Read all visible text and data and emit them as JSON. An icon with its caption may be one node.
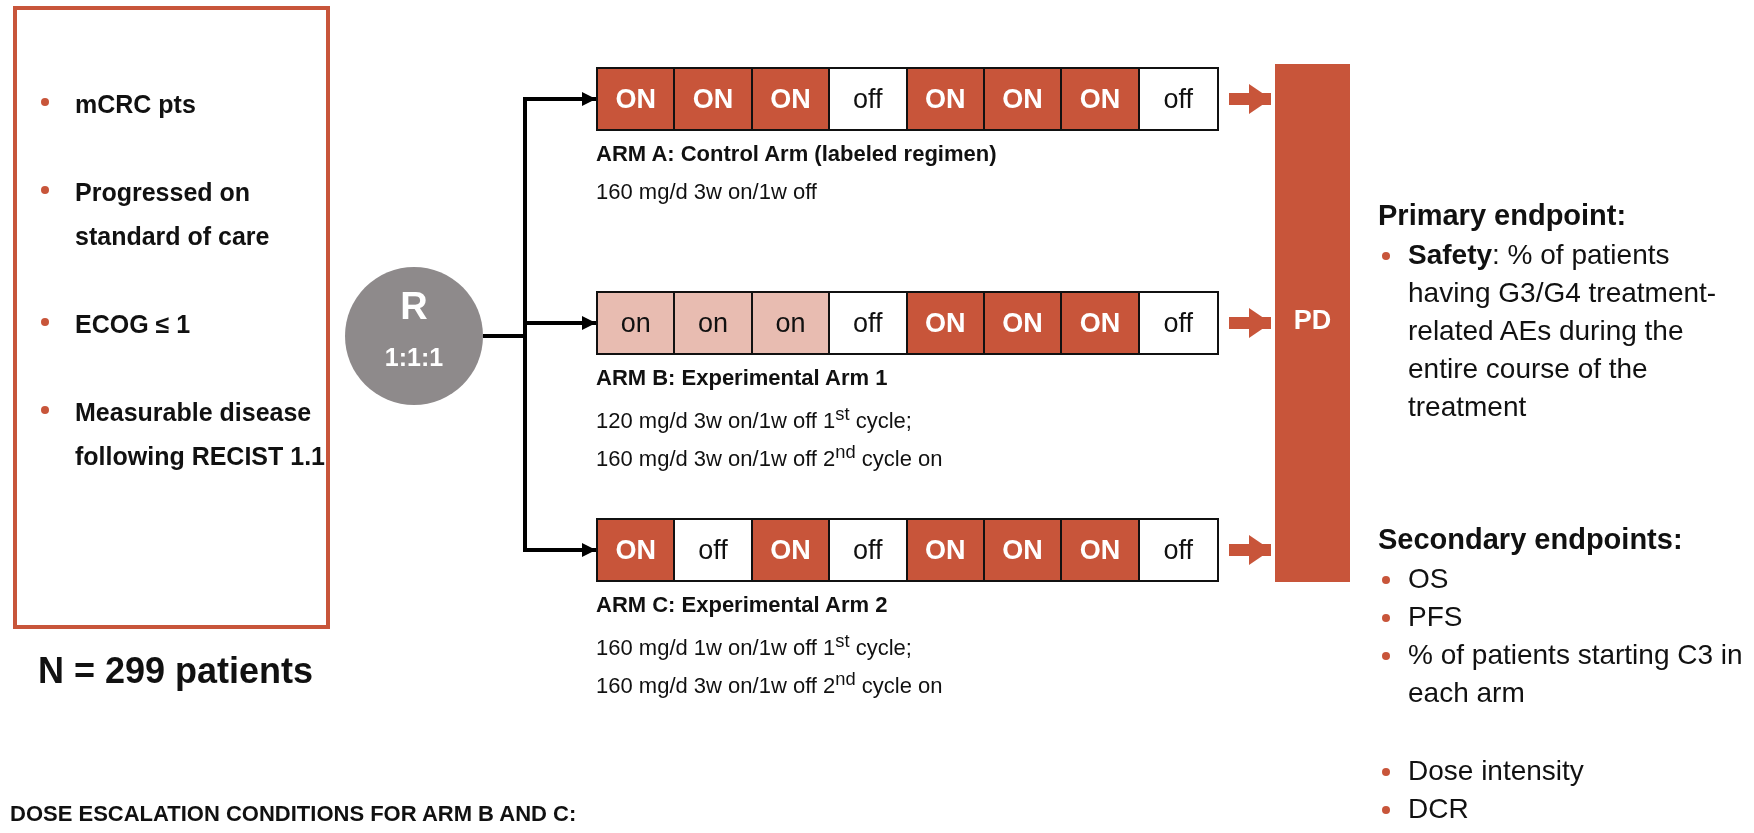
{
  "diagram": {
    "nodes": [
      {
        "text": [
          "mCRC pts",
          "Progressed on standard of care",
          "ECOG ≤ 1",
          "Measurable disease following RECIST 1.1"
        ],
        "beside": [
          "N = 299 patients"
        ]
      },
      {
        "text": [
          "R",
          "1:1:1"
        ]
      },
      {
        "text": [
          "ON",
          "ON",
          "ON",
          "off",
          "ON",
          "ON",
          "ON",
          "off"
        ],
        "beside": [
          "ARM A: Control Arm (labeled regimen)",
          "160 mg/d 3w on/1w off"
        ]
      },
      {
        "text": [
          "on",
          "on",
          "on",
          "off",
          "ON",
          "ON",
          "ON",
          "off"
        ],
        "beside": [
          "ARM B: Experimental Arm 1",
          "120 mg/d 3w on/1w off 1$^{st}$ cycle;",
          "160 mg/d 3w on/1w off 2$^{nd}$ cycle on"
        ]
      },
      {
        "text": [
          "ON",
          "off",
          "ON",
          "off",
          "ON",
          "ON",
          "ON",
          "off"
        ],
        "beside": [
          "ARM C: Experimental Arm 2",
          "160 mg/d 1w on/1w off 1$^{st}$ cycle;",
          "160 mg/d 3w on/1w off 2$^{nd}$ cycle on"
        ]
      },
      {
        "text": [
          "PD"
        ]
      }
    ],
    "edges": [
      {
        "from": 1,
        "to": 2,
        "arrow": "to"
      },
      {
        "from": 1,
        "to": 3,
        "arrow": "to"
      },
      {
        "from": 1,
        "to": 4,
        "arrow": "to"
      },
      {
        "from": 2,
        "to": 5,
        "arrow": "to",
        "style": "thick",
        "color": "#c8553a"
      },
      {
        "from": 3,
        "to": 5,
        "arrow": "to",
        "style": "thick",
        "color": "#c8553a"
      },
      {
        "from": 4,
        "to": 5,
        "arrow": "to",
        "style": "thick",
        "color": "#c8553a"
      }
    ],
    "labels": [
      "Primary endpoint:",
      "**Safety**: % of patients having G3/G4 treatment-related AEs during the entire course of the treatment",
      "Secondary endpoints:",
      "OS",
      "PFS",
      "% of patients starting C3 in each arm",
      "Dose intensity",
      "DCR",
      "DOSE ESCALATION CONDITIONS FOR ARM B AND C:"
    ]
  }
}
